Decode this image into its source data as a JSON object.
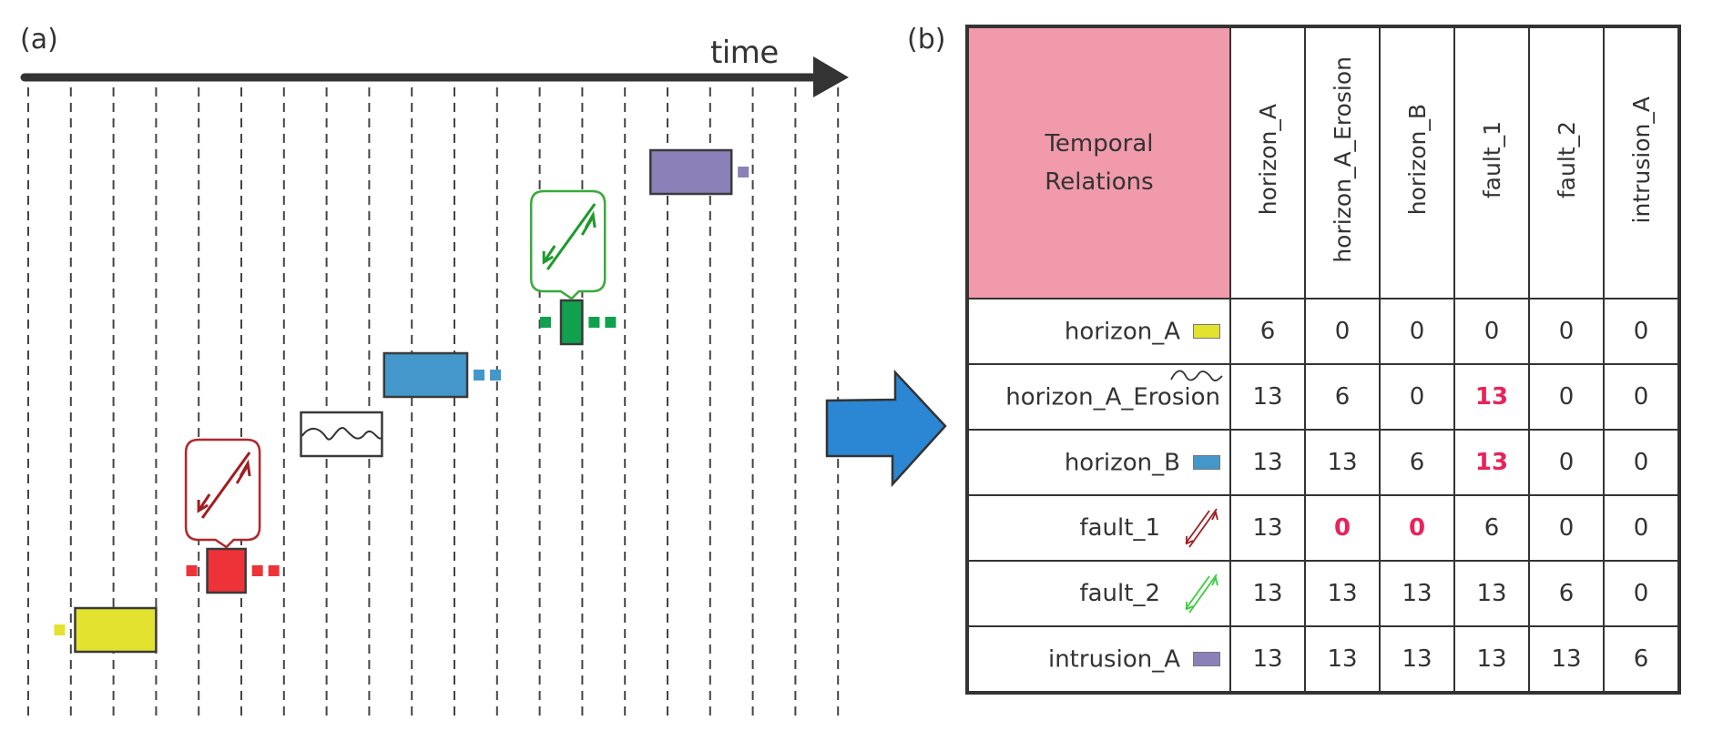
{
  "panel_a": {
    "label": "(a)",
    "axis_label": "time",
    "grid_line_count": 20,
    "events": [
      {
        "id": "horizon_A",
        "kind": "box",
        "start_slot": 1.1,
        "end_slot": 3.0,
        "color": "#e3e22e",
        "dots_before": 1,
        "dots_after": 0
      },
      {
        "id": "fault_1",
        "kind": "fault",
        "start_slot": 4.2,
        "end_slot": 5.1,
        "color": "#ee3338",
        "line_color": "#a01e22",
        "dots_before": 1,
        "dots_after": 2
      },
      {
        "id": "horizon_A_Erosion",
        "kind": "erosion",
        "start_slot": 6.4,
        "end_slot": 8.3,
        "color": "#ffffff",
        "dots_before": 0,
        "dots_after": 0
      },
      {
        "id": "horizon_B",
        "kind": "box",
        "start_slot": 8.35,
        "end_slot": 10.3,
        "color": "#4397cb",
        "dots_before": 0,
        "dots_after": 2
      },
      {
        "id": "fault_2",
        "kind": "fault",
        "start_slot": 12.5,
        "end_slot": 13.0,
        "color": "#10a14e",
        "line_color": "#1e9a2c",
        "dots_before": 1,
        "dots_after": 2
      },
      {
        "id": "intrusion_A",
        "kind": "box",
        "start_slot": 14.6,
        "end_slot": 16.5,
        "color": "#8c80b9",
        "dots_before": 0,
        "dots_after": 1
      }
    ]
  },
  "panel_b": {
    "label": "(b)",
    "corner_title_line1": "Temporal",
    "corner_title_line2": "Relations",
    "columns": [
      "horizon_A",
      "horizon_A_Erosion",
      "horizon_B",
      "fault_1",
      "fault_2",
      "intrusion_A"
    ],
    "rows": [
      {
        "label": "horizon_A",
        "icon": "yellow-swatch-icon",
        "color": "#e3e22e",
        "values": [
          "6",
          "0",
          "0",
          "0",
          "0",
          "0"
        ],
        "highlight": [
          false,
          false,
          false,
          false,
          false,
          false
        ]
      },
      {
        "label": "horizon_A_Erosion",
        "icon": "erosion-wave-icon",
        "color": "#333333",
        "values": [
          "13",
          "6",
          "0",
          "13",
          "0",
          "0"
        ],
        "highlight": [
          false,
          false,
          false,
          true,
          false,
          false
        ]
      },
      {
        "label": "horizon_B",
        "icon": "blue-swatch-icon",
        "color": "#4397cb",
        "values": [
          "13",
          "13",
          "6",
          "13",
          "0",
          "0"
        ],
        "highlight": [
          false,
          false,
          false,
          true,
          false,
          false
        ]
      },
      {
        "label": "fault_1",
        "icon": "red-fault-icon",
        "color": "#a01e22",
        "values": [
          "13",
          "0",
          "0",
          "6",
          "0",
          "0"
        ],
        "highlight": [
          false,
          true,
          true,
          false,
          false,
          false
        ]
      },
      {
        "label": "fault_2",
        "icon": "green-fault-icon",
        "color": "#3ccc3c",
        "values": [
          "13",
          "13",
          "13",
          "13",
          "6",
          "0"
        ],
        "highlight": [
          false,
          false,
          false,
          false,
          false,
          false
        ]
      },
      {
        "label": "intrusion_A",
        "icon": "purple-swatch-icon",
        "color": "#8c80b9",
        "values": [
          "13",
          "13",
          "13",
          "13",
          "13",
          "6"
        ],
        "highlight": [
          false,
          false,
          false,
          false,
          false,
          false
        ]
      }
    ],
    "highlight_color": "#e8235a",
    "header_color": "#f09aac"
  },
  "arrow_color": "#2b86d4"
}
